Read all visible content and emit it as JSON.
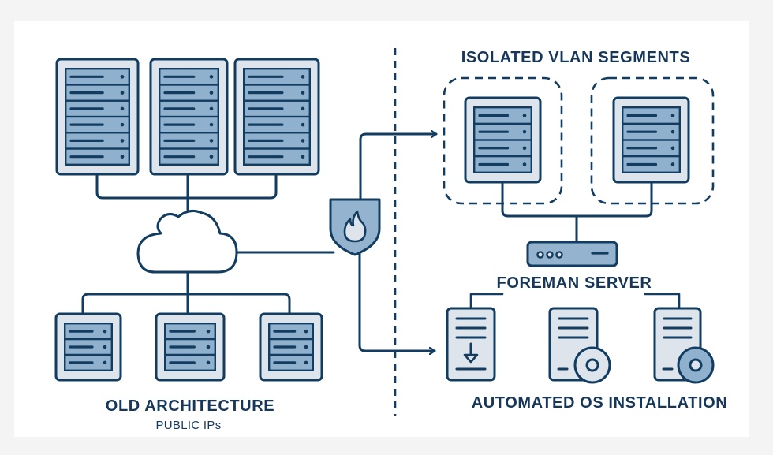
{
  "diagram": {
    "title_left": "OLD ARCHITECTURE",
    "subtitle_left": "PUBLIC IPs",
    "title_right_top": "ISOLATED VLAN SEGMENTS",
    "foreman_label": "FOREMAN SERVER",
    "title_right_bottom": "AUTOMATED OS INSTALLATION"
  },
  "colors": {
    "stroke": "#123c60",
    "panel_fill": "#dde4ec",
    "slot_fill": "#8fb1ce",
    "shield_fill": "#94b3cf",
    "text": "#17375a",
    "frame_bg": "#f4f4f4",
    "card_bg": "#ffffff"
  },
  "nodes": {
    "old_top_racks": [
      {
        "name": "rack-1",
        "slots": 6
      },
      {
        "name": "rack-2",
        "slots": 6
      },
      {
        "name": "rack-3",
        "slots": 6
      }
    ],
    "old_bottom_servers": [
      {
        "name": "server-1",
        "slots": 3
      },
      {
        "name": "server-2",
        "slots": 3
      },
      {
        "name": "server-3",
        "slots": 3
      }
    ],
    "internet": {
      "icon": "cloud-icon"
    },
    "firewall": {
      "icon": "firewall-shield-icon"
    },
    "vlan_servers": [
      {
        "name": "vlan-server-a",
        "slots": 4
      },
      {
        "name": "vlan-server-b",
        "slots": 4
      }
    ],
    "foreman": {
      "icon": "foreman-appliance-icon"
    },
    "install_targets": [
      {
        "name": "target-download",
        "icon": "download-arrow-icon"
      },
      {
        "name": "target-disc-1",
        "icon": "disc-icon"
      },
      {
        "name": "target-disc-2",
        "icon": "disc-icon"
      }
    ]
  }
}
